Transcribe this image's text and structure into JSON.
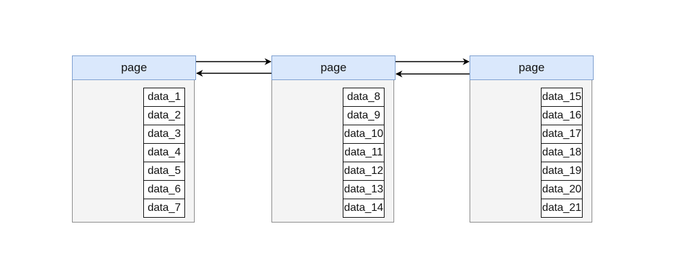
{
  "pages": [
    {
      "title": "page",
      "items": [
        "data_1",
        "data_2",
        "data_3",
        "data_4",
        "data_5",
        "data_6",
        "data_7"
      ]
    },
    {
      "title": "page",
      "items": [
        "data_8",
        "data_9",
        "data_10",
        "data_11",
        "data_12",
        "data_13",
        "data_14"
      ]
    },
    {
      "title": "page",
      "items": [
        "data_15",
        "data_16",
        "data_17",
        "data_18",
        "data_19",
        "data_20",
        "data_21"
      ]
    }
  ]
}
